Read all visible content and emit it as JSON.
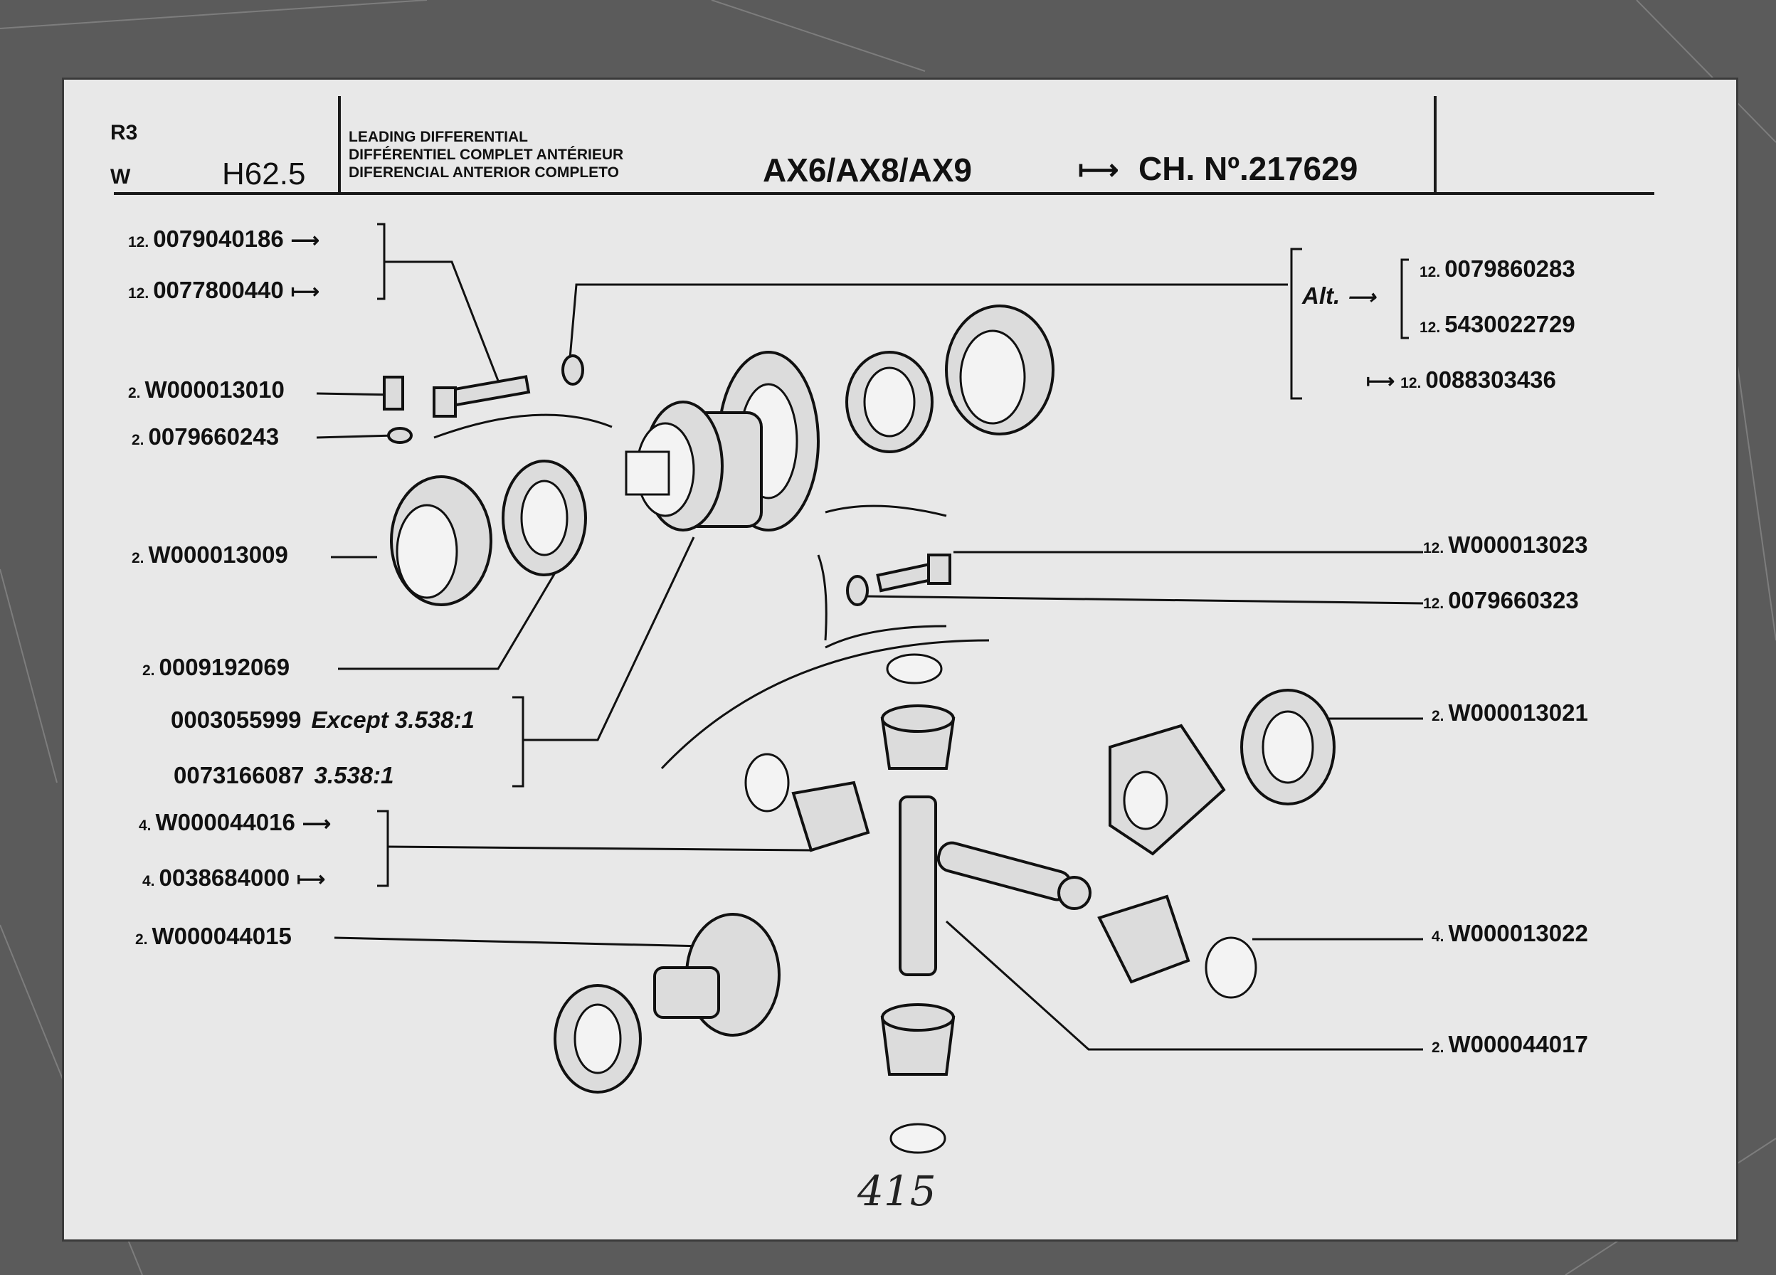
{
  "header": {
    "code_line1": "R3",
    "code_line2": "W",
    "section": "H62.5",
    "title_en": "LEADING DIFFERENTIAL",
    "title_fr": "DIFFÉRENTIEL COMPLET ANTÉRIEUR",
    "title_es": "DIFERENCIAL ANTERIOR COMPLETO",
    "models": "AX6/AX8/AX9",
    "chassis_arrow": "⟼",
    "chassis": "CH. Nº.217629"
  },
  "parts_left": [
    {
      "qty": "12.",
      "number": "0079040186",
      "arrow": "⟶"
    },
    {
      "qty": "12.",
      "number": "0077800440",
      "arrow": "⟼"
    },
    {
      "qty": "2.",
      "number": "W000013010"
    },
    {
      "qty": "2.",
      "number": "0079660243"
    },
    {
      "qty": "2.",
      "number": "W000013009"
    },
    {
      "qty": "2.",
      "number": "0009192069"
    },
    {
      "qty": "",
      "number": "0003055999",
      "note": "Except 3.538:1"
    },
    {
      "qty": "",
      "number": "0073166087",
      "note": "3.538:1"
    },
    {
      "qty": "4.",
      "number": "W000044016",
      "arrow": "⟶"
    },
    {
      "qty": "4.",
      "number": "0038684000",
      "arrow": "⟼"
    },
    {
      "qty": "2.",
      "number": "W000044015"
    }
  ],
  "parts_right": [
    {
      "qty": "12.",
      "number": "0079860283"
    },
    {
      "qty": "12.",
      "number": "5430022729"
    },
    {
      "qty": "12.",
      "number": "0088303436"
    },
    {
      "qty": "12.",
      "number": "W000013023"
    },
    {
      "qty": "12.",
      "number": "0079660323"
    },
    {
      "qty": "2.",
      "number": "W000013021"
    },
    {
      "qty": "4.",
      "number": "W000013022"
    },
    {
      "qty": "2.",
      "number": "W000044017"
    }
  ],
  "alt_label": "Alt.",
  "alt_arrow": "⟶",
  "right_arrow": "⟼",
  "page_number": "415",
  "colors": {
    "paper": "#e8e8e8",
    "ink": "#111111",
    "background": "#5b5b5b"
  }
}
